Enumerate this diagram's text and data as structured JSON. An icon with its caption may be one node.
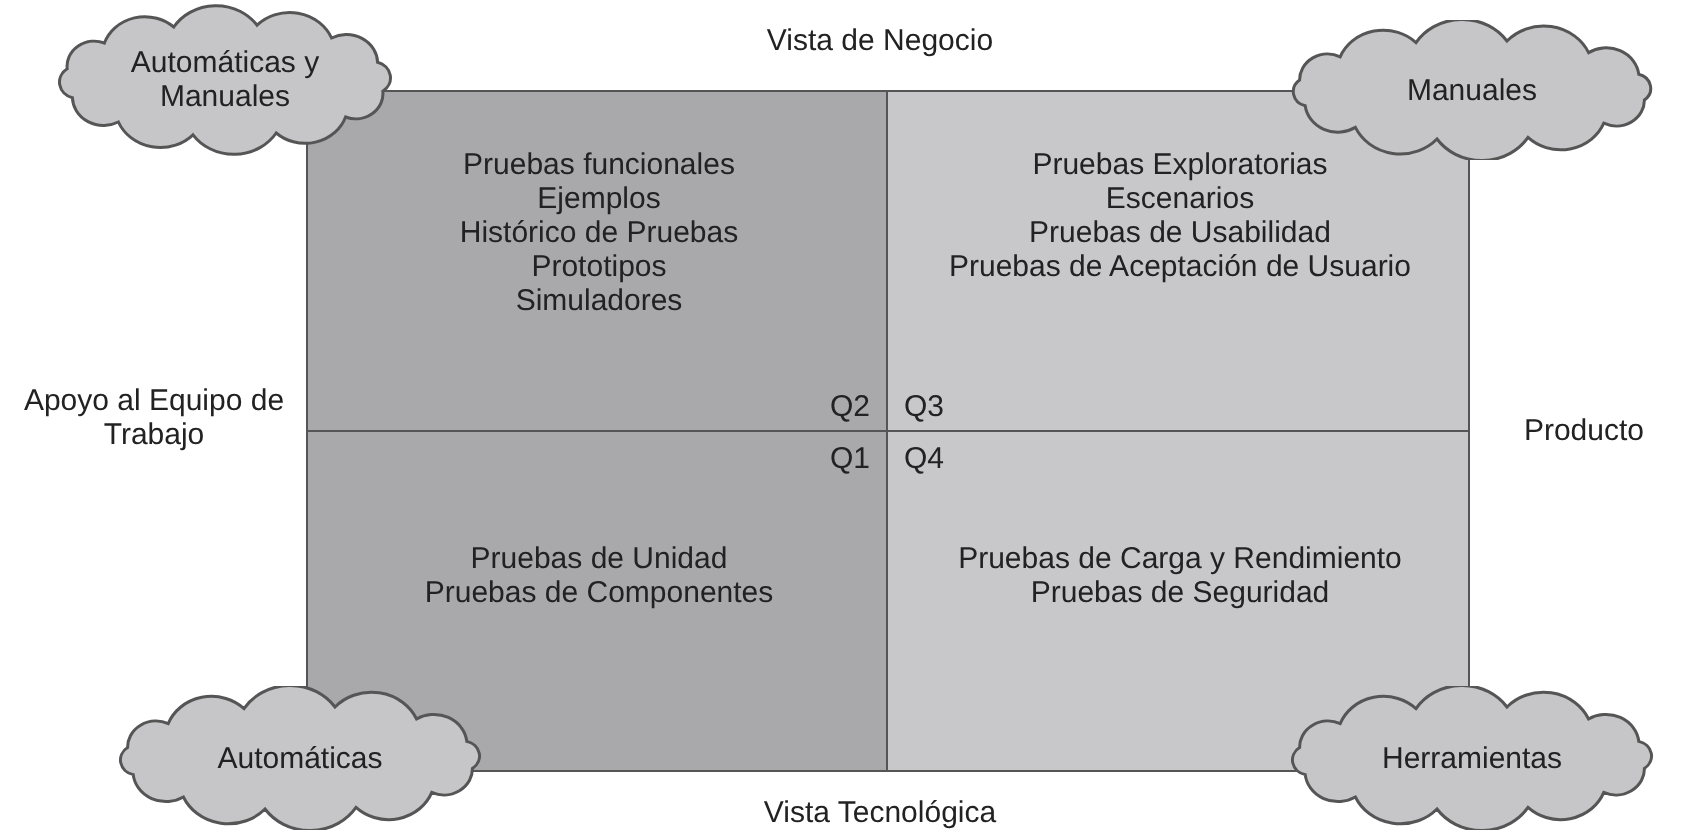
{
  "diagram": {
    "nodes": [
      {
        "text": [
          "Automáticas y Manuales"
        ]
      },
      {
        "text": [
          "Manuales"
        ]
      },
      {
        "text": [
          "Pruebas funcionales",
          "Ejemplos",
          "Histórico de Pruebas",
          "Prototipos",
          "Simuladores",
          "Q2"
        ]
      },
      {
        "text": [
          "Pruebas Exploratorias",
          "Escenarios",
          "Pruebas de Usabilidad",
          "Pruebas de Aceptación de Usuario",
          "Q3"
        ]
      },
      {
        "text": [
          "Q1",
          "Pruebas de Unidad",
          "Pruebas de Componentes"
        ]
      },
      {
        "text": [
          "Q4",
          "Pruebas de Carga y Rendimiento",
          "Pruebas de Seguridad"
        ]
      },
      {
        "text": [
          "Automáticas"
        ]
      },
      {
        "text": [
          "Herramientas"
        ]
      }
    ],
    "edges": [],
    "labels": [
      "Vista de Negocio",
      "Apoyo al Equipo de Trabajo",
      "Producto",
      "Vista Tecnológica"
    ]
  }
}
